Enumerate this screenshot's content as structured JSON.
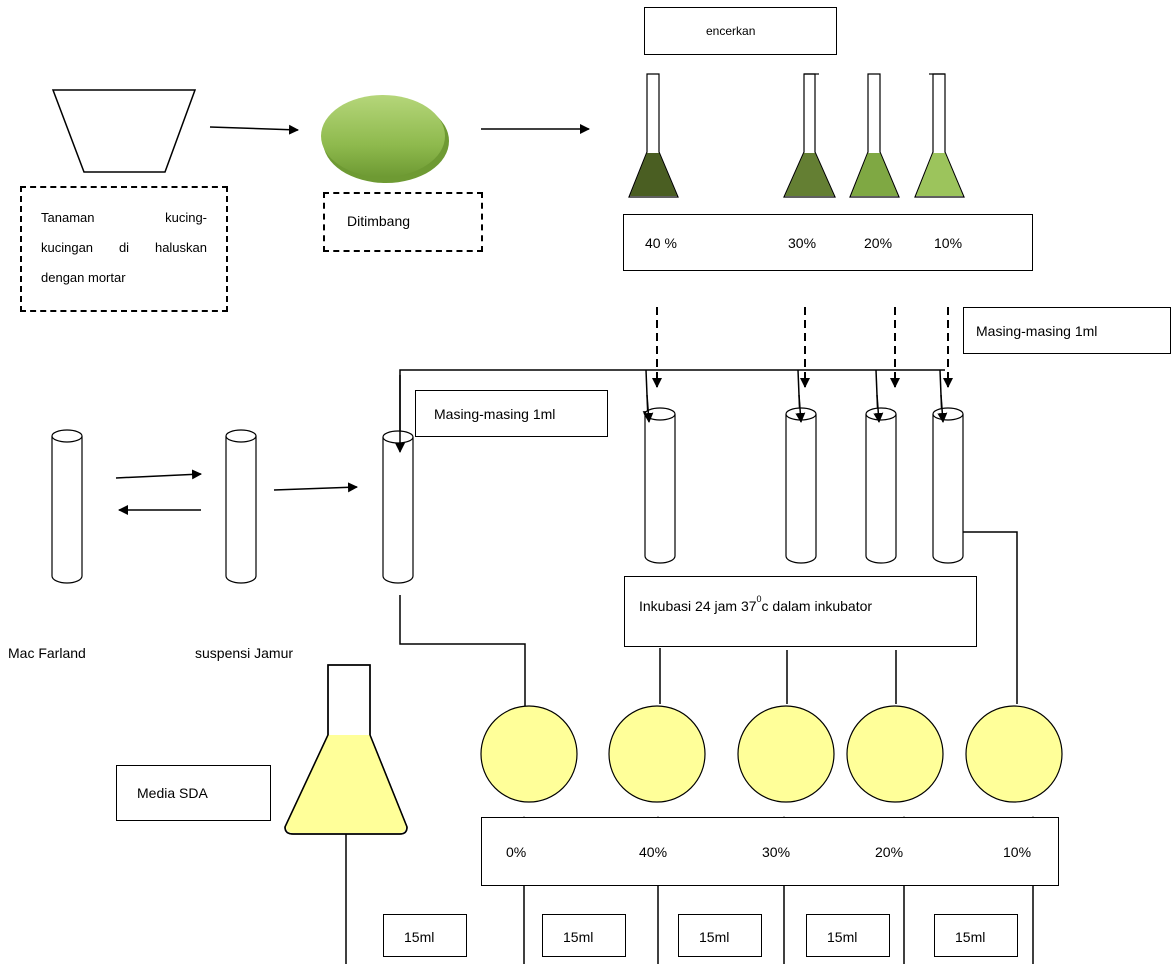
{
  "labels": {
    "encerkan": "encerkan",
    "tanaman_line1": "Tanaman kucing-",
    "tanaman_line2": "kucingan di haluskan",
    "tanaman_line3": "dengan mortar",
    "ditimbang": "Ditimbang",
    "pct_top": [
      "40 %",
      "30%",
      "20%",
      "10%"
    ],
    "masing_right": "Masing-masing 1ml",
    "masing_left": "Masing-masing 1ml",
    "inkubasi_pre": "Inkubasi 24 jam 37",
    "inkubasi_sup": "0",
    "inkubasi_post": "c dalam inkubator",
    "mac_farland": "Mac Farland",
    "suspensi": "suspensi Jamur",
    "media_sda": "Media SDA",
    "pct_bottom": [
      "0%",
      "40%",
      "30%",
      "20%",
      "10%"
    ],
    "ml": [
      "15ml",
      "15ml",
      "15ml",
      "15ml",
      "15ml"
    ]
  },
  "colors": {
    "flask_40": "#4a5e22",
    "flask_30": "#647f33",
    "flask_20": "#7fa843",
    "flask_10": "#9cc45c",
    "petri_fill": "#ffff99",
    "media_fill": "#ffff99",
    "plate_light": "#b5d67a",
    "plate_dark": "#6e9a33"
  }
}
